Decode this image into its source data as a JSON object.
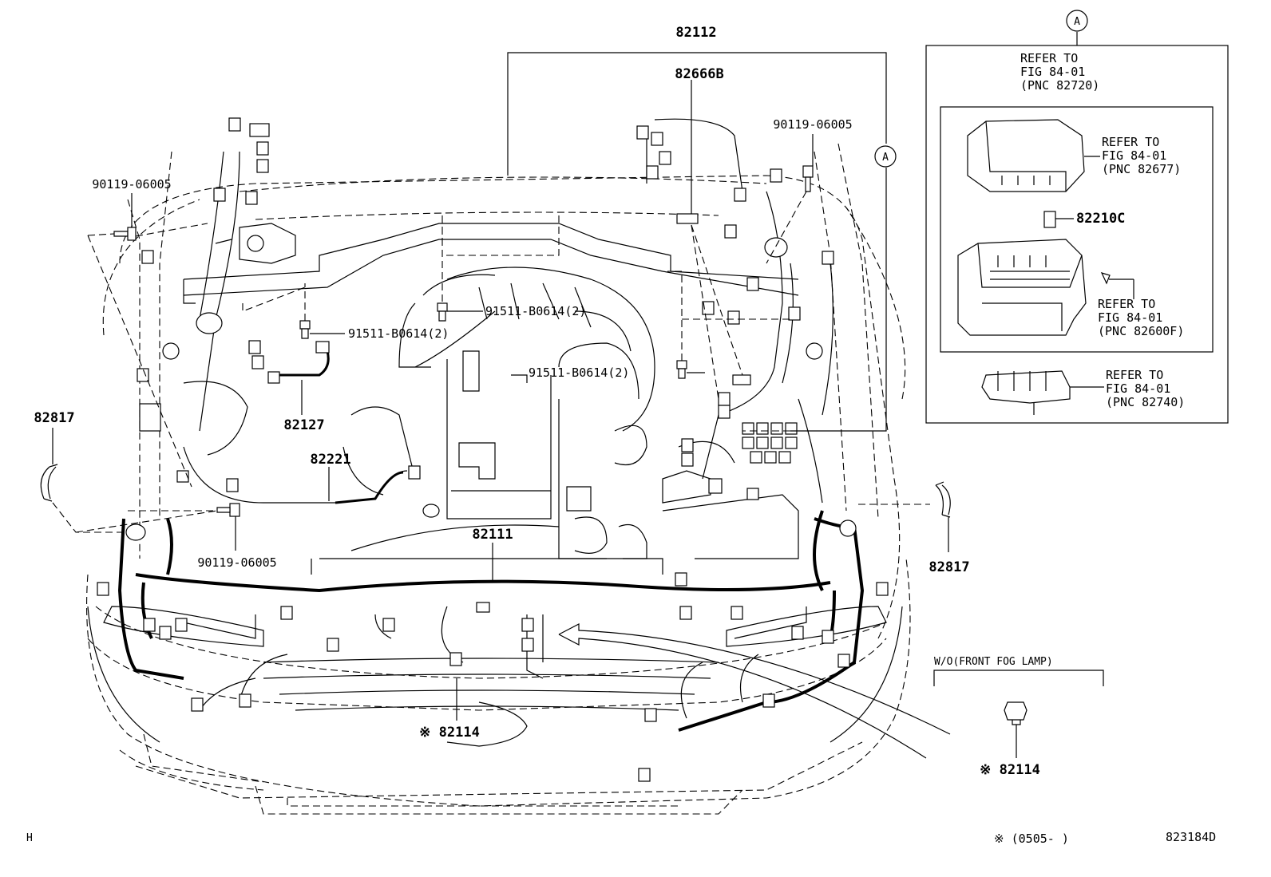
{
  "labels": {
    "assy_82112": "82112",
    "part_82666B": "82666B",
    "bolt_top_right": "90119-06005",
    "bolt_top_left": "90119-06005",
    "bolt_bottom": "90119-06005",
    "screw_1": "91511-B0614(2)",
    "screw_2": "91511-B0614(2)",
    "screw_3": "91511-B0614(2)",
    "part_82127": "82127",
    "part_82221": "82221",
    "part_82111": "82111",
    "clamp_left": "82817",
    "clamp_right": "82817",
    "part_82114_main": "※ 82114",
    "detail_marker_a": "A",
    "corner_code": "H",
    "note_date": "※ (0505-     )",
    "figure_code": "823184D"
  },
  "detail_a": {
    "marker": "A",
    "refs": [
      {
        "line1": "REFER TO",
        "line2": "FIG 84-01",
        "line3": "(PNC 82720)"
      },
      {
        "line1": "REFER TO",
        "line2": "FIG 84-01",
        "line3": "(PNC 82677)"
      },
      {
        "line1": "REFER TO",
        "line2": "FIG 84-01",
        "line3": "(PNC 82600F)"
      },
      {
        "line1": "REFER TO",
        "line2": "FIG 84-01",
        "line3": "(PNC 82740)"
      }
    ],
    "part_82210C": "82210C"
  },
  "fog_option": {
    "title": "W/O(FRONT FOG LAMP)",
    "part": "※ 82114"
  }
}
